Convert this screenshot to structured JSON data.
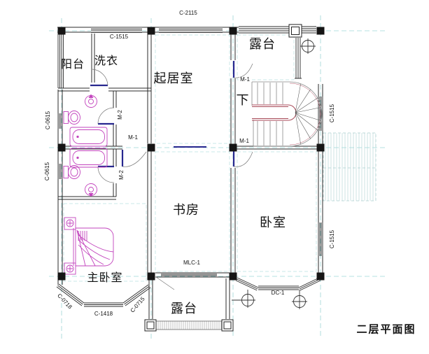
{
  "drawing": {
    "title": "二层平面图",
    "rooms": {
      "balcony": "阳台",
      "laundry": "洗衣",
      "living_room": "起居室",
      "terrace_top": "露台",
      "stair_down": "下",
      "study": "书房",
      "bedroom": "卧室",
      "master_bedroom": "主卧室",
      "terrace_bottom": "露台"
    },
    "tags": {
      "window_top_left": "C-1515",
      "window_top_center": "C-2115",
      "window_left_upper": "C-0615",
      "window_left_lower": "C-0615",
      "window_right_stair": "C-1515",
      "window_right_bedroom": "C-1515",
      "door_living_terrace": "M-1",
      "door_bedroom": "M-1",
      "door_hall": "M-1",
      "door_bath_upper": "M-2",
      "door_bath_lower": "M-2",
      "door_study_terrace": "MLC-1",
      "door_bedroom_bay": "DC-1",
      "window_master_left": "C-0718",
      "window_master_center": "C-1418",
      "window_master_right": "C-0715"
    },
    "colors": {
      "wall_line": "#2b2b2b",
      "centerline": "#9fd6d6",
      "door_leaf": "#27278f",
      "fixture": "#c243bd",
      "stair_accent": "#a84a58"
    }
  }
}
